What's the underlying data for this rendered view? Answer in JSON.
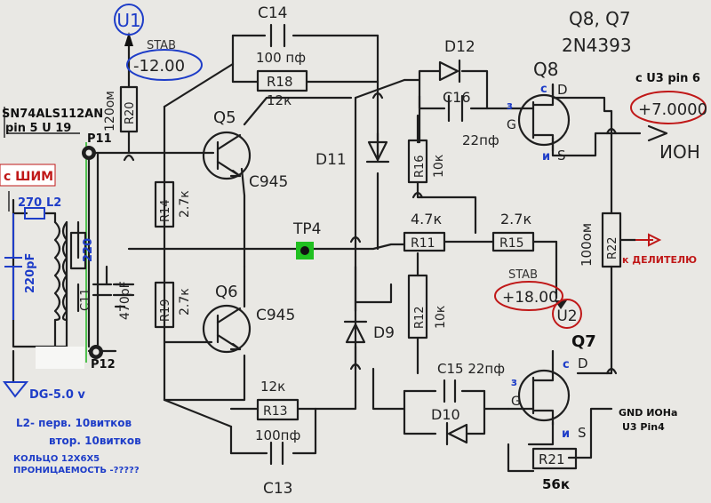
{
  "colors": {
    "ink": "#1e1e1e",
    "blue": "#1e3dc8",
    "red": "#c01818",
    "green": "#1fb51f",
    "paper": "#e9e8e4",
    "tp_green": "#20c020"
  },
  "labels": {
    "u1": "U1",
    "stab_top": "STAB",
    "v_minus12": "-12.00",
    "c14": "C14",
    "c14_val": "100 пф",
    "r18": "R18",
    "r18_val": "12к",
    "d12": "D12",
    "c16": "C16",
    "c16_val": "22пф",
    "q8q7": "Q8, Q7",
    "part": "2N4393",
    "q8": "Q8",
    "c_u3pin6": "с U3 pin 6",
    "v_plus7": "+7.0000",
    "ion": "ИОН",
    "sn74": "SN74ALS112AN",
    "pin5": "pin 5 U 19",
    "p11": "P11",
    "r20_val": "120ом",
    "r20": "R20",
    "q5": "Q5",
    "c945_top": "C945",
    "d11": "D11",
    "r16": "R16",
    "r16_val": "10к",
    "s_shim": "с ШИМ",
    "r270": "270",
    "l2": "L2",
    "c220pf": "220pF",
    "r220": "220",
    "r14": "R14",
    "r14_val": "2.7к",
    "tp4": "TP4",
    "r11_val": "4.7к",
    "r11": "R11",
    "r15_val": "2.7к",
    "r15": "R15",
    "r22_val": "100ом",
    "r22": "R22",
    "k_delitelyu": "к ДЕЛИТЕЛЮ",
    "c11": "C11",
    "c470pf": "470pF",
    "stab_bottom": "STAB",
    "v_plus18": "+18.00",
    "u2": "U2",
    "r19": "R19",
    "r19_val": "2.7к",
    "q6": "Q6",
    "c945_bottom": "C945",
    "r12": "R12",
    "r12_val": "10к",
    "d9": "D9",
    "q7": "Q7",
    "p12": "P12",
    "c15_label": "C15 22пф",
    "dg5": "DG-5.0 v",
    "r13_val": "12к",
    "r13": "R13",
    "c13_val": "100пф",
    "c13": "C13",
    "d10": "D10",
    "gnd_ion": "GND ИОНа",
    "u3pin4": "U3  Pin4",
    "l2_prim": "L2- перв. 10витков",
    "l2_sec": "втор.  10витков",
    "ring": "КОЛЬЦО 12Х6Х5",
    "perm": "ПРОНИЦАЕМОСТЬ -?????",
    "r21": "R21",
    "r21_val": "56к",
    "pin_z": "з",
    "pin_g": "G",
    "pin_c": "с",
    "pin_d": "D",
    "pin_i": "и",
    "pin_s": "S"
  }
}
